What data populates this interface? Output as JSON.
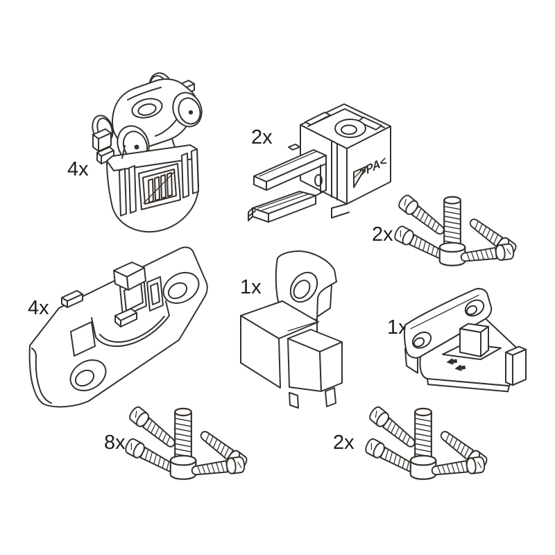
{
  "diagram": {
    "background_color": "#ffffff",
    "line_color": "#35302c",
    "text_color": "#1c1c1c",
    "parts": [
      {
        "name": "roller-carriage",
        "qty_label": "4x"
      },
      {
        "name": "soft-close-damper",
        "qty_label": "2x",
        "marking": ">PA<"
      },
      {
        "name": "screw-set-top-right",
        "qty_label": "2x"
      },
      {
        "name": "mounting-plate",
        "qty_label": "4x"
      },
      {
        "name": "center-bracket",
        "qty_label": "1x"
      },
      {
        "name": "corner-bracket",
        "qty_label": "1x"
      },
      {
        "name": "screw-set-bottom-left",
        "qty_label": "8x"
      },
      {
        "name": "screw-set-bottom-center",
        "qty_label": "2x"
      }
    ]
  }
}
